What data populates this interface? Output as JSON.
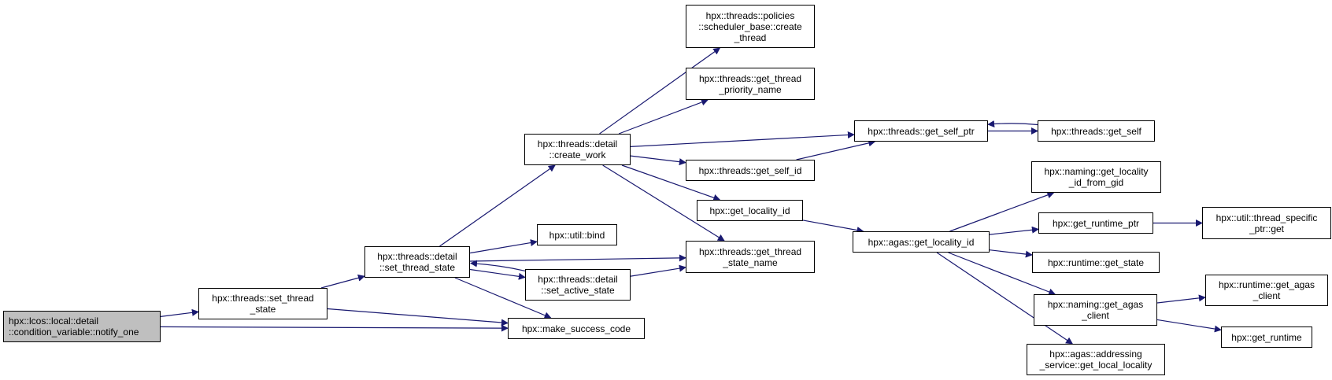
{
  "colors": {
    "edge": "#191970",
    "root_fill": "#bfbfbf",
    "node_fill": "#ffffff",
    "border": "#000000"
  },
  "nodes": {
    "notify_one": {
      "label": "hpx::lcos::local::detail\n::condition_variable::notify_one",
      "root": true
    },
    "set_thread_state_top": {
      "label": "hpx::threads::set_thread\n_state"
    },
    "make_success_code": {
      "label": "hpx::make_success_code"
    },
    "set_thread_state": {
      "label": "hpx::threads::detail\n::set_thread_state"
    },
    "create_work": {
      "label": "hpx::threads::detail\n::create_work"
    },
    "util_bind": {
      "label": "hpx::util::bind"
    },
    "set_active_state": {
      "label": "hpx::threads::detail\n::set_active_state"
    },
    "get_thread_state_name": {
      "label": "hpx::threads::get_thread\n_state_name"
    },
    "create_thread": {
      "label": "hpx::threads::policies\n::scheduler_base::create\n_thread"
    },
    "get_thread_priority_name": {
      "label": "hpx::threads::get_thread\n_priority_name"
    },
    "get_self_ptr": {
      "label": "hpx::threads::get_self_ptr"
    },
    "get_self_id": {
      "label": "hpx::threads::get_self_id"
    },
    "get_locality_id": {
      "label": "hpx::get_locality_id"
    },
    "get_self": {
      "label": "hpx::threads::get_self"
    },
    "agas_get_locality_id": {
      "label": "hpx::agas::get_locality_id"
    },
    "naming_get_locality_id_from_gid": {
      "label": "hpx::naming::get_locality\n_id_from_gid"
    },
    "get_runtime_ptr": {
      "label": "hpx::get_runtime_ptr"
    },
    "runtime_get_state": {
      "label": "hpx::runtime::get_state"
    },
    "naming_get_agas_client": {
      "label": "hpx::naming::get_agas\n_client"
    },
    "agas_get_local_locality": {
      "label": "hpx::agas::addressing\n_service::get_local_locality"
    },
    "thread_specific_ptr_get": {
      "label": "hpx::util::thread_specific\n_ptr::get"
    },
    "runtime_get_agas_client": {
      "label": "hpx::runtime::get_agas\n_client"
    },
    "get_runtime": {
      "label": "hpx::get_runtime"
    }
  },
  "edges": [
    [
      "notify_one",
      "set_thread_state_top"
    ],
    [
      "notify_one",
      "make_success_code"
    ],
    [
      "set_thread_state_top",
      "set_thread_state"
    ],
    [
      "set_thread_state_top",
      "make_success_code"
    ],
    [
      "set_thread_state",
      "create_work"
    ],
    [
      "set_thread_state",
      "util_bind"
    ],
    [
      "set_thread_state",
      "set_active_state"
    ],
    [
      "set_thread_state",
      "get_thread_state_name"
    ],
    [
      "set_thread_state",
      "make_success_code"
    ],
    [
      "set_active_state",
      "set_thread_state"
    ],
    [
      "set_active_state",
      "get_thread_state_name"
    ],
    [
      "create_work",
      "create_thread"
    ],
    [
      "create_work",
      "get_thread_priority_name"
    ],
    [
      "create_work",
      "get_self_ptr"
    ],
    [
      "create_work",
      "get_self_id"
    ],
    [
      "create_work",
      "get_locality_id"
    ],
    [
      "create_work",
      "get_thread_state_name"
    ],
    [
      "get_self_id",
      "get_self_ptr"
    ],
    [
      "get_self_ptr",
      "get_self"
    ],
    [
      "get_self",
      "get_self_ptr"
    ],
    [
      "get_locality_id",
      "agas_get_locality_id"
    ],
    [
      "agas_get_locality_id",
      "naming_get_locality_id_from_gid"
    ],
    [
      "agas_get_locality_id",
      "get_runtime_ptr"
    ],
    [
      "agas_get_locality_id",
      "runtime_get_state"
    ],
    [
      "agas_get_locality_id",
      "naming_get_agas_client"
    ],
    [
      "agas_get_locality_id",
      "agas_get_local_locality"
    ],
    [
      "get_runtime_ptr",
      "thread_specific_ptr_get"
    ],
    [
      "naming_get_agas_client",
      "runtime_get_agas_client"
    ],
    [
      "naming_get_agas_client",
      "get_runtime"
    ]
  ]
}
